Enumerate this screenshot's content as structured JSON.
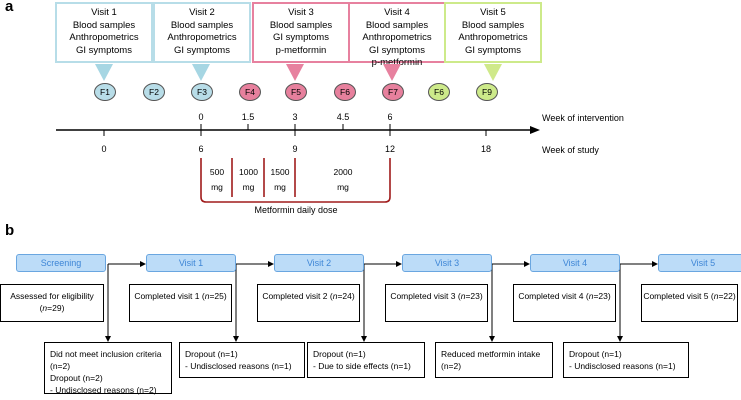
{
  "panels": {
    "a": "a",
    "b": "b"
  },
  "visits": [
    {
      "title": "Visit 1",
      "lines": [
        "Blood samples",
        "Anthropometrics",
        "GI symptoms"
      ],
      "color": "#b7dde8"
    },
    {
      "title": "Visit 2",
      "lines": [
        "Blood samples",
        "Anthropometrics",
        "GI symptoms"
      ],
      "color": "#b7dde8"
    },
    {
      "title": "Visit 3",
      "lines": [
        "Blood samples",
        "GI symptoms",
        "p-metformin"
      ],
      "color": "#e7819f"
    },
    {
      "title": "Visit 4",
      "lines": [
        "Blood samples",
        "Anthropometrics",
        "GI symptoms",
        "p-metformin"
      ],
      "color": "#e7819f"
    },
    {
      "title": "Visit 5",
      "lines": [
        "Blood samples",
        "Anthropometrics",
        "GI symptoms"
      ],
      "color": "#cdea8a"
    }
  ],
  "fecal": [
    "F1",
    "F2",
    "F3",
    "F4",
    "F5",
    "F6",
    "F7",
    "F6",
    "F9"
  ],
  "intervention_axis": {
    "title": "Week of intervention",
    "ticks": [
      "0",
      "1.5",
      "3",
      "4.5",
      "6"
    ]
  },
  "study_axis": {
    "title": "Week of study",
    "ticks": [
      "0",
      "6",
      "9",
      "12",
      "18"
    ]
  },
  "doses": [
    {
      "amount": "500",
      "unit": "mg"
    },
    {
      "amount": "1000",
      "unit": "mg"
    },
    {
      "amount": "1500",
      "unit": "mg"
    },
    {
      "amount": "2000",
      "unit": "mg"
    }
  ],
  "dose_caption": "Metformin daily dose",
  "flow": {
    "stages": [
      "Screening",
      "Visit 1",
      "Visit 2",
      "Visit 3",
      "Visit 4",
      "Visit 5"
    ],
    "stage_counts": [
      {
        "text": "Assessed for eligibility (",
        "n": "n",
        "val": "=29)"
      },
      {
        "text": "Completed visit 1 (",
        "n": "n",
        "val": "=25)"
      },
      {
        "text": "Completed visit 2 (",
        "n": "n",
        "val": "=24)"
      },
      {
        "text": "Completed visit 3 (",
        "n": "n",
        "val": "=23)"
      },
      {
        "text": "Completed visit 4 (",
        "n": "n",
        "val": "=23)"
      },
      {
        "text": "Completed visit 5 (",
        "n": "n",
        "val": "=22)"
      }
    ],
    "exclusions": [
      {
        "lines": [
          "Did not meet inclusion criteria (n=2)",
          "Dropout (n=2)",
          "- Undisclosed reasons (n=2)"
        ]
      },
      {
        "lines": [
          "Dropout (n=1)",
          "- Undisclosed reasons (n=1)"
        ]
      },
      {
        "lines": [
          "Dropout (n=1)",
          "- Due to side effects (n=1)"
        ]
      },
      {
        "lines": [
          "Reduced metformin intake",
          "(n=2)"
        ]
      },
      {
        "lines": [
          "Dropout (n=1)",
          "- Undisclosed reasons (n=1)"
        ]
      }
    ]
  },
  "colors": {
    "blue": "#b7dde8",
    "pink": "#e7819f",
    "green": "#cdea8a",
    "dose_bracket": "#a01c1c",
    "flow_box": "#bcdcf8",
    "flow_text": "#3e86d6"
  }
}
